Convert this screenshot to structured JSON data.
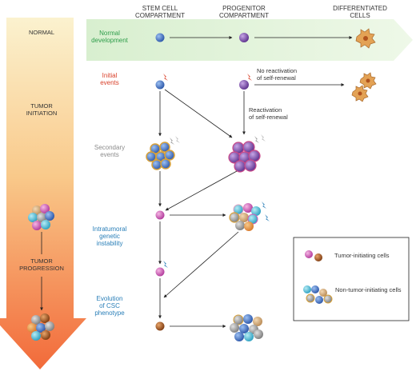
{
  "columns": {
    "stem": "STEM CELL\nCOMPARTMENT",
    "progenitor": "PROGENITOR\nCOMPARTMENT",
    "differentiated": "DIFFERENTIATED\nCELLS"
  },
  "stages": {
    "normal": "NORMAL",
    "initiation": "TUMOR\nINITIATION",
    "progression": "TUMOR\nPROGRESSION"
  },
  "rows": {
    "normal_dev": "Normal\ndevelopment",
    "initial": "Initial\nevents",
    "secondary": "Secondary\nevents",
    "instability": "Intratumoral\ngenetic\ninstability",
    "evolution": "Evolution\nof CSC\nphenotype"
  },
  "annotations": {
    "no_reactivation": "No reactivation\nof self-renewal",
    "reactivation": "Reactivation\nof self-renewal"
  },
  "legend": {
    "tumor_initiating": "Tumor-initiating cells",
    "non_tumor_initiating": "Non-tumor-initiating cells"
  },
  "colors": {
    "normal_label": "#2e9d4a",
    "initial_label": "#d9412b",
    "secondary_label": "#8c8c8c",
    "instability_label": "#2a7fb8",
    "evolution_label": "#2a7fb8",
    "stem_cell": "#3d6fc4",
    "progenitor_cell": "#7c4fb0",
    "tic_pink": "#d35ab8",
    "tic_brown": "#a8551e",
    "differentiated_cell": "#d9843a",
    "arrow_top": "#f9efc5",
    "arrow_bottom": "#f26a3a",
    "band_top": "#e6f5df"
  }
}
